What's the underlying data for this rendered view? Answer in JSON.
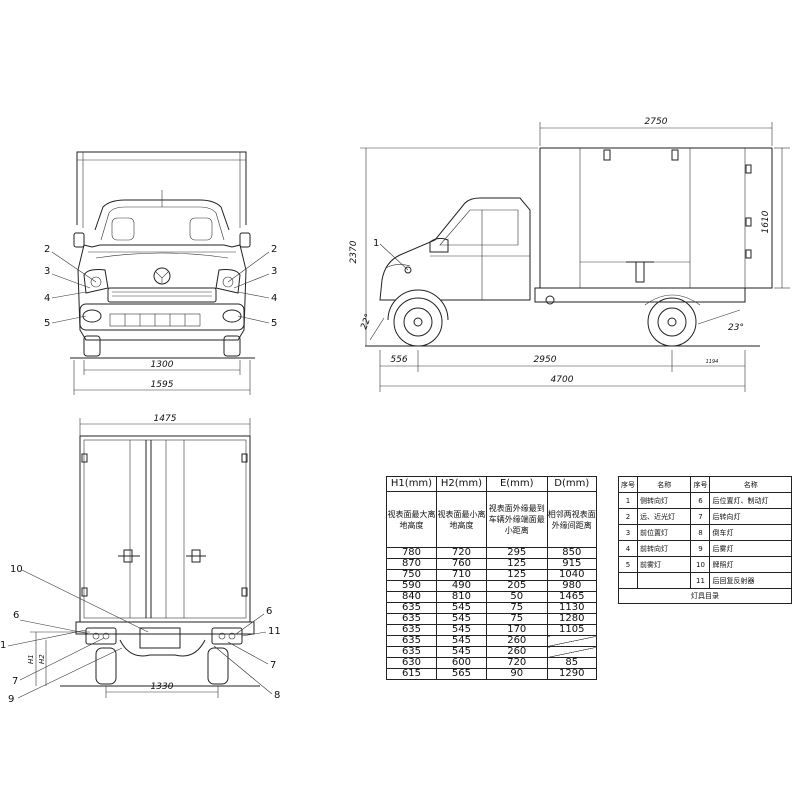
{
  "front_view": {
    "width_inner": "1300",
    "width_outer": "1595",
    "left_callouts": [
      "2",
      "3",
      "4",
      "5"
    ],
    "right_callouts": [
      "2",
      "3",
      "4",
      "5"
    ]
  },
  "side_view": {
    "box_length": "2750",
    "box_height": "1610",
    "overall_height": "2370",
    "front_overhang": "556",
    "wheelbase": "2950",
    "overall_length": "4700",
    "approach_angle": "22°",
    "departure_angle": "23°",
    "rear_overhang_label": "1194",
    "callout": "1"
  },
  "rear_view": {
    "top_width": "1475",
    "track_width": "1330",
    "left_callouts": [
      "10",
      "6",
      "1",
      "7",
      "9"
    ],
    "right_callouts": [
      "6",
      "11",
      "7",
      "8"
    ],
    "height_labels": [
      "H1",
      "H2"
    ]
  },
  "dim_table": {
    "headers": [
      "H1(mm)",
      "H2(mm)",
      "E(mm)",
      "D(mm)"
    ],
    "descriptions": [
      "视表面最大离地高度",
      "视表面最小离地高度",
      "视表面外缘最到车辆外缘端面最小距离",
      "相邻两视表面外缘间距离"
    ],
    "rows": [
      [
        "780",
        "720",
        "295",
        "850"
      ],
      [
        "870",
        "760",
        "125",
        "915"
      ],
      [
        "750",
        "710",
        "125",
        "1040"
      ],
      [
        "590",
        "490",
        "205",
        "980"
      ],
      [
        "840",
        "810",
        "50",
        "1465"
      ],
      [
        "635",
        "545",
        "75",
        "1130"
      ],
      [
        "635",
        "545",
        "75",
        "1280"
      ],
      [
        "635",
        "545",
        "170",
        "1105"
      ],
      [
        "635",
        "545",
        "260",
        ""
      ],
      [
        "635",
        "545",
        "260",
        ""
      ],
      [
        "630",
        "600",
        "720",
        "85"
      ],
      [
        "615",
        "565",
        "90",
        "1290"
      ]
    ]
  },
  "lamp_table": {
    "headers": [
      "序号",
      "名称",
      "序号",
      "名称"
    ],
    "rows": [
      [
        "1",
        "侧转向灯",
        "6",
        "后位置灯、制动灯"
      ],
      [
        "2",
        "远、近光灯",
        "7",
        "后转向灯"
      ],
      [
        "3",
        "前位置灯",
        "8",
        "倒车灯"
      ],
      [
        "4",
        "前转向灯",
        "9",
        "后雾灯"
      ],
      [
        "5",
        "前雾灯",
        "10",
        "牌照灯"
      ],
      [
        "",
        "",
        "11",
        "后回复反射器"
      ]
    ],
    "caption": "灯具目录"
  }
}
